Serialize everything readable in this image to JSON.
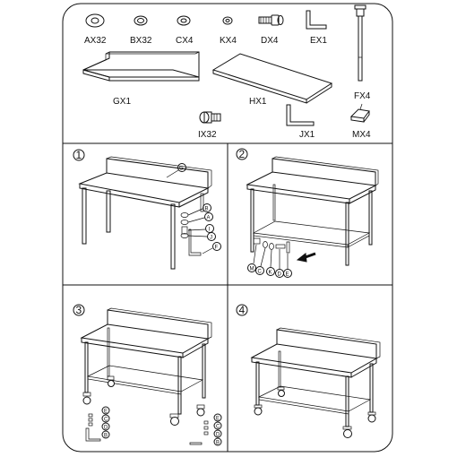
{
  "parts": {
    "ax": "AX32",
    "bx": "BX32",
    "cx": "CX4",
    "kx": "KX4",
    "dx": "DX4",
    "ex": "EX1",
    "gx": "GX1",
    "hx": "HX1",
    "fx": "FX4",
    "ix": "IX32",
    "jx": "JX1",
    "mx": "MX4"
  },
  "steps": {
    "s1": "1",
    "s2": "2",
    "s3": "3",
    "s4": "4"
  },
  "callouts": {
    "s1": {
      "g": "G",
      "b": "B",
      "a": "A",
      "i": "I",
      "j": "J",
      "f": "F"
    },
    "s2": {
      "m": "M",
      "c": "C",
      "k": "K",
      "d": "D",
      "e": "E"
    },
    "s3": {
      "e": "E",
      "c": "C",
      "d": "D",
      "b": "B"
    }
  }
}
